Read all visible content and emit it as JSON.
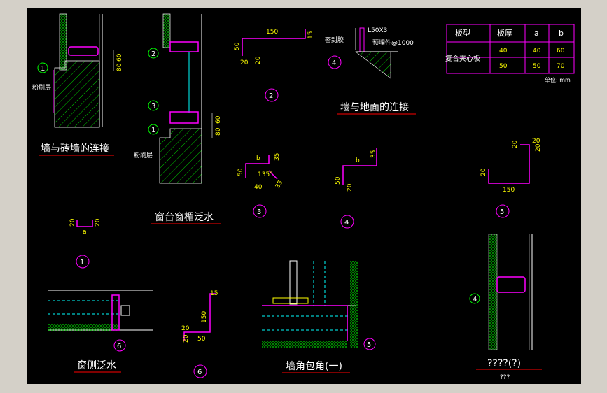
{
  "titles": {
    "brick": "墙与砖墙的连接",
    "sill": "窗台窗楣泛水",
    "ground": "墙与地面的连接",
    "side": "窗侧泛水",
    "corner": "墙角包角(一)",
    "unknown": "????(?)",
    "unknown_sub": "???"
  },
  "labels": {
    "plaster": "粉刷层",
    "plaster2": "粉刷层",
    "sealant": "密封胶",
    "angle": "L50X3",
    "embed": "预埋件@1000",
    "unit": "单位: mm"
  },
  "table": {
    "headers": [
      "板型",
      "板厚",
      "a",
      "b"
    ],
    "rowlabel": "复合夹心板",
    "rows": [
      [
        "40",
        "40",
        "60"
      ],
      [
        "50",
        "50",
        "70"
      ]
    ]
  },
  "markers": [
    "1",
    "2",
    "3",
    "1",
    "2",
    "4",
    "3",
    "4",
    "5",
    "1",
    "6",
    "6",
    "5",
    "4"
  ],
  "dims": {
    "d60": "60",
    "d80": "80",
    "d60b": "60",
    "d80b": "80",
    "d150": "150",
    "d15": "15",
    "d50": "50",
    "d20": "20",
    "d20b": "20",
    "b1": "b",
    "d35": "35",
    "d50b": "50",
    "d135": "135°",
    "d40": "40",
    "d35b": "35",
    "b2": "b",
    "d35c": "35",
    "d50c": "50",
    "d20c": "20",
    "d20d": "20",
    "d20e": "20",
    "d20f": "20",
    "d20g": "20",
    "d150b": "150",
    "d20h": "20",
    "d20i": "20",
    "a1": "a",
    "d15b": "15",
    "d150c": "150",
    "d20j": "20",
    "d20k": "20",
    "d50d": "50"
  }
}
